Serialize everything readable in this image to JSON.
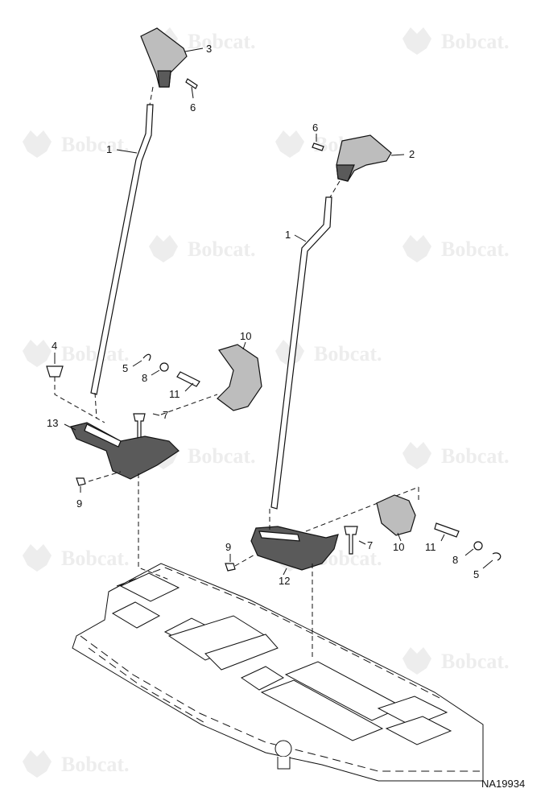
{
  "watermark": {
    "text": "Bobcat.",
    "logo_icon": "bobcat-head-icon"
  },
  "callouts": {
    "left_handle": "3",
    "left_handle_screw": "6",
    "left_lever": "1",
    "left_foot_pedal": "10",
    "left_bushing": "4",
    "left_clip": "5",
    "left_washer": "8",
    "left_pin": "11",
    "left_bolt": "7",
    "left_bracket": "13",
    "left_nut": "9",
    "right_handle_screw": "6",
    "right_handle": "2",
    "right_lever": "1",
    "right_nut": "9",
    "right_bracket": "12",
    "right_bolt": "7",
    "right_foot_pedal": "10",
    "right_pin": "11",
    "right_washer": "8",
    "right_clip": "5"
  },
  "part_number": "NA19934"
}
